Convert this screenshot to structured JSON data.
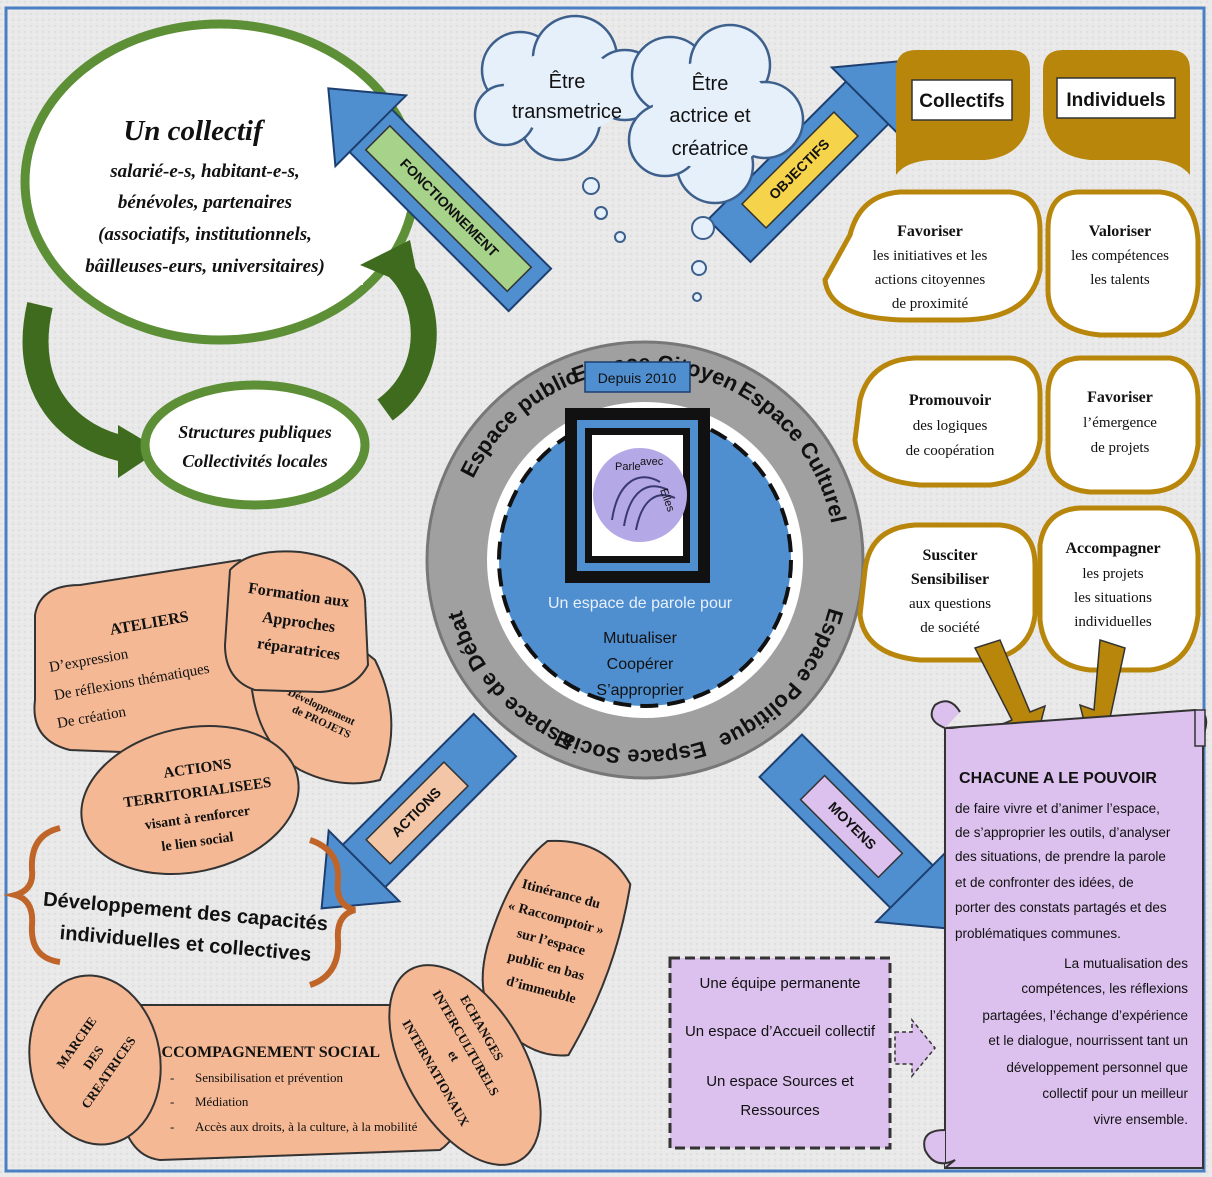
{
  "collectif": {
    "title": "Un collectif",
    "lines": [
      "salarié-e-s, habitant-e-s,",
      "bénévoles, partenaires",
      "(associatifs, institutionnels,",
      "bâilleuses-eurs, universitaires)"
    ]
  },
  "structures": {
    "lines": [
      "Structures publiques",
      "Collectivités locales"
    ]
  },
  "arrows": {
    "fonctionnement": "FONCTIONNEMENT",
    "objectifs": "OBJECTIFS",
    "actions": "ACTIONS",
    "moyens": "MOYENS"
  },
  "clouds": {
    "left": [
      "Être",
      "transmetrice"
    ],
    "right": [
      "Être",
      "actrice et",
      "créatrice"
    ]
  },
  "tabs": {
    "collectifs": "Collectifs",
    "individuels": "Individuels"
  },
  "objectives": [
    {
      "title": "Favoriser",
      "lines": [
        "les initiatives et les",
        "actions citoyennes",
        "de proximité"
      ]
    },
    {
      "title": "Valoriser",
      "lines": [
        "les compétences",
        "les talents"
      ]
    },
    {
      "title": "Promouvoir",
      "lines": [
        "des logiques",
        "de coopération"
      ]
    },
    {
      "title": "Favoriser",
      "lines": [
        "l’émergence",
        "de projets"
      ]
    },
    {
      "title": "Susciter",
      "title2": "Sensibiliser",
      "lines": [
        "aux questions",
        "de société"
      ]
    },
    {
      "title": "Accompagner",
      "lines": [
        "les projets",
        "les situations",
        "individuelles"
      ]
    }
  ],
  "ring": {
    "citoyen": "Espace Citoyen",
    "culturel": "Espace Culturel",
    "politique": "Espace Politique",
    "social": "Espace Social",
    "debat": "Espace de Débat",
    "public": "Espace public"
  },
  "center": {
    "since": "Depuis 2010",
    "logo_words": [
      "Parle",
      "avec",
      "Elles"
    ],
    "intro": "Un espace de parole pour",
    "verbs": [
      "Mutualiser",
      "Coopérer",
      "S’approprier"
    ]
  },
  "actions": {
    "ateliers_title": "ATELIERS",
    "ateliers_lines": [
      "D’expression",
      "De réflexions thématiques",
      "De création"
    ],
    "formation": [
      "Formation aux",
      "Approches",
      "réparatrices"
    ],
    "developpement_projets": [
      "Développement",
      "de PROJETS"
    ],
    "territoriales": [
      "ACTIONS",
      "TERRITORIALISEES",
      "visant à renforcer",
      "le lien social"
    ],
    "capacites": [
      "Développement des capacités",
      "individuelles et collectives"
    ],
    "itinerance": [
      "Itinérance du",
      "« Raccomptoir »",
      "sur l’espace",
      "public en bas",
      "d’immeuble"
    ],
    "marche": [
      "MARCHE",
      "DES",
      "CREATRICES"
    ],
    "accompagnement_title": "ACCOMPAGNEMENT SOCIAL",
    "accompagnement_items": [
      "Sensibilisation et prévention",
      "Médiation",
      "Accès aux droits, à la culture, à la mobilité"
    ],
    "echanges": [
      "ECHANGES",
      "INTERCULTURELS",
      "et",
      "INTERNATIONAUX"
    ]
  },
  "moyens": {
    "items": [
      "Une équipe permanente",
      "Un espace d’Accueil collectif",
      "Un espace Sources et",
      "Ressources"
    ]
  },
  "scroll": {
    "title": "CHACUNE A LE POUVOIR",
    "lines": [
      "de faire vivre et d’animer l’espace,",
      "de s’approprier les outils, d’analyser",
      "des situations, de prendre la parole",
      "et de confronter des idées, de",
      "porter des constats partagés et des",
      "problématiques communes.",
      "La mutualisation des",
      "compétences, les réflexions",
      "partagées, l’échange d’expérience",
      "et le dialogue, nourrissent tant un",
      "développement personnel que",
      "collectif pour un meilleur",
      "vivre ensemble."
    ]
  },
  "colors": {
    "green": "#5c8f36",
    "darkgreen": "#3e6b1e",
    "blue": "#4f8fd0",
    "gold": "#b8860b",
    "orange": "#f4b894",
    "lilac": "#dcc1ee",
    "ring": "#9a9a9a"
  }
}
